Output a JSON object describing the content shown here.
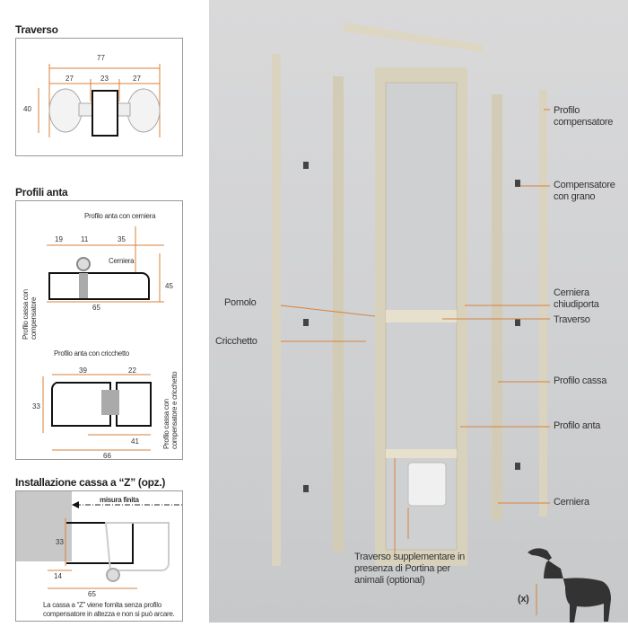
{
  "traverso": {
    "title": "Traverso",
    "dims": {
      "total": "77",
      "left": "27",
      "mid": "23",
      "right": "27",
      "height": "40"
    }
  },
  "profili": {
    "title": "Profili anta",
    "top": {
      "caption": "Profilo anta con cerniera",
      "d1": "19",
      "d2": "11",
      "d3": "35",
      "h": "45",
      "w": "65",
      "hinge": "Cerniera",
      "side": "Profilo cassa con compensatore"
    },
    "bottom": {
      "caption": "Profilo anta con cricchetto",
      "d1": "39",
      "d2": "22",
      "h": "33",
      "w1": "41",
      "w2": "66",
      "side": "Profilo cassa con compensatore e cricchetto"
    }
  },
  "install": {
    "title": "Installazione cassa a “Z” (opz.)",
    "measure": "misura finita",
    "h": "33",
    "d1": "14",
    "d2": "65",
    "note": "La cassa a “Z” viene fornita senza profilo compensatore in altezza e non si può arcare."
  },
  "callouts": {
    "left": [
      "Pomolo",
      "Cricchetto"
    ],
    "right": [
      "Profilo compensatore",
      "Compensatore con grano",
      "Cerniera chiudiporta",
      "Traverso",
      "Profilo cassa",
      "Profilo anta",
      "Cerniera"
    ],
    "bottom": "Traverso supplementare in presenza di Portina per animali (optional)",
    "dog": "(x)"
  },
  "colors": {
    "accent": "#d9823b",
    "frame": "#d8d2bd"
  }
}
